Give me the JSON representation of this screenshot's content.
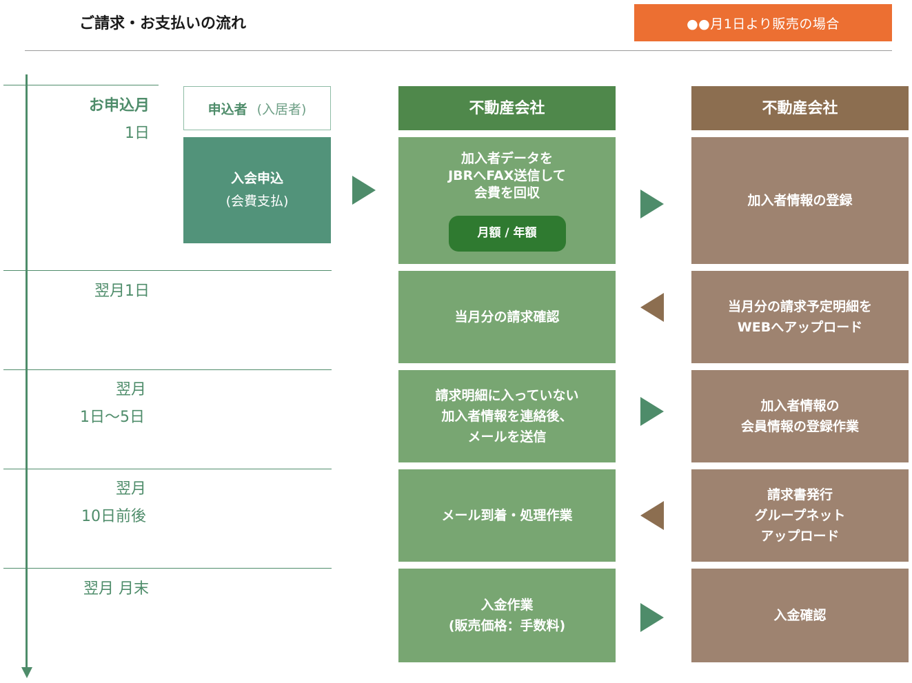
{
  "title": "ご請求・お支払いの流れ",
  "badge": "●●月1日より販売の場合",
  "colors": {
    "accent_orange": "#ec6f32",
    "timeline_green": "#4e8c6a",
    "applicant_green": "#52937a",
    "realestate_header_green": "#4f884b",
    "realestate_box_green": "#78a672",
    "pill_green": "#2f7a30",
    "partner_header_brown": "#8c6e50",
    "partner_box_brown": "#9e8370"
  },
  "dates": [
    {
      "line1": "お申込月",
      "line2": "1日"
    },
    {
      "line1": "翌月1日",
      "line2": ""
    },
    {
      "line1": "翌月",
      "line2": "1日〜5日"
    },
    {
      "line1": "翌月",
      "line2": "10日前後"
    },
    {
      "line1": "翌月 月末",
      "line2": ""
    }
  ],
  "columns": {
    "applicant": {
      "header_main": "申込者",
      "header_sub": "(入居者)"
    },
    "realestate": {
      "header": "不動産会社"
    },
    "partner": {
      "header": "不動産会社"
    }
  },
  "applicant_box": {
    "line1": "入会申込",
    "line2": "(会費支払)"
  },
  "realestate_boxes": [
    {
      "lines": [
        "加入者データを",
        "JBRへFAX送信して",
        "会費を回収"
      ],
      "pill": "月額 / 年額"
    },
    {
      "lines": [
        "当月分の請求確認"
      ]
    },
    {
      "lines": [
        "請求明細に入っていない",
        "加入者情報を連絡後、",
        "メールを送信"
      ]
    },
    {
      "lines": [
        "メール到着・処理作業"
      ]
    },
    {
      "lines": [
        "入金作業",
        "(販売価格：手数料)"
      ]
    }
  ],
  "partner_boxes": [
    {
      "lines": [
        "加入者情報の登録"
      ]
    },
    {
      "lines": [
        "当月分の請求予定明細を",
        "WEBへアップロード"
      ]
    },
    {
      "lines": [
        "加入者情報の",
        "会員情報の登録作業"
      ]
    },
    {
      "lines": [
        "請求書発行",
        "グループネット",
        "アップロード"
      ]
    },
    {
      "lines": [
        "入金確認"
      ]
    }
  ],
  "arrows": [
    "right",
    "right",
    "left",
    "right",
    "left",
    "right"
  ]
}
